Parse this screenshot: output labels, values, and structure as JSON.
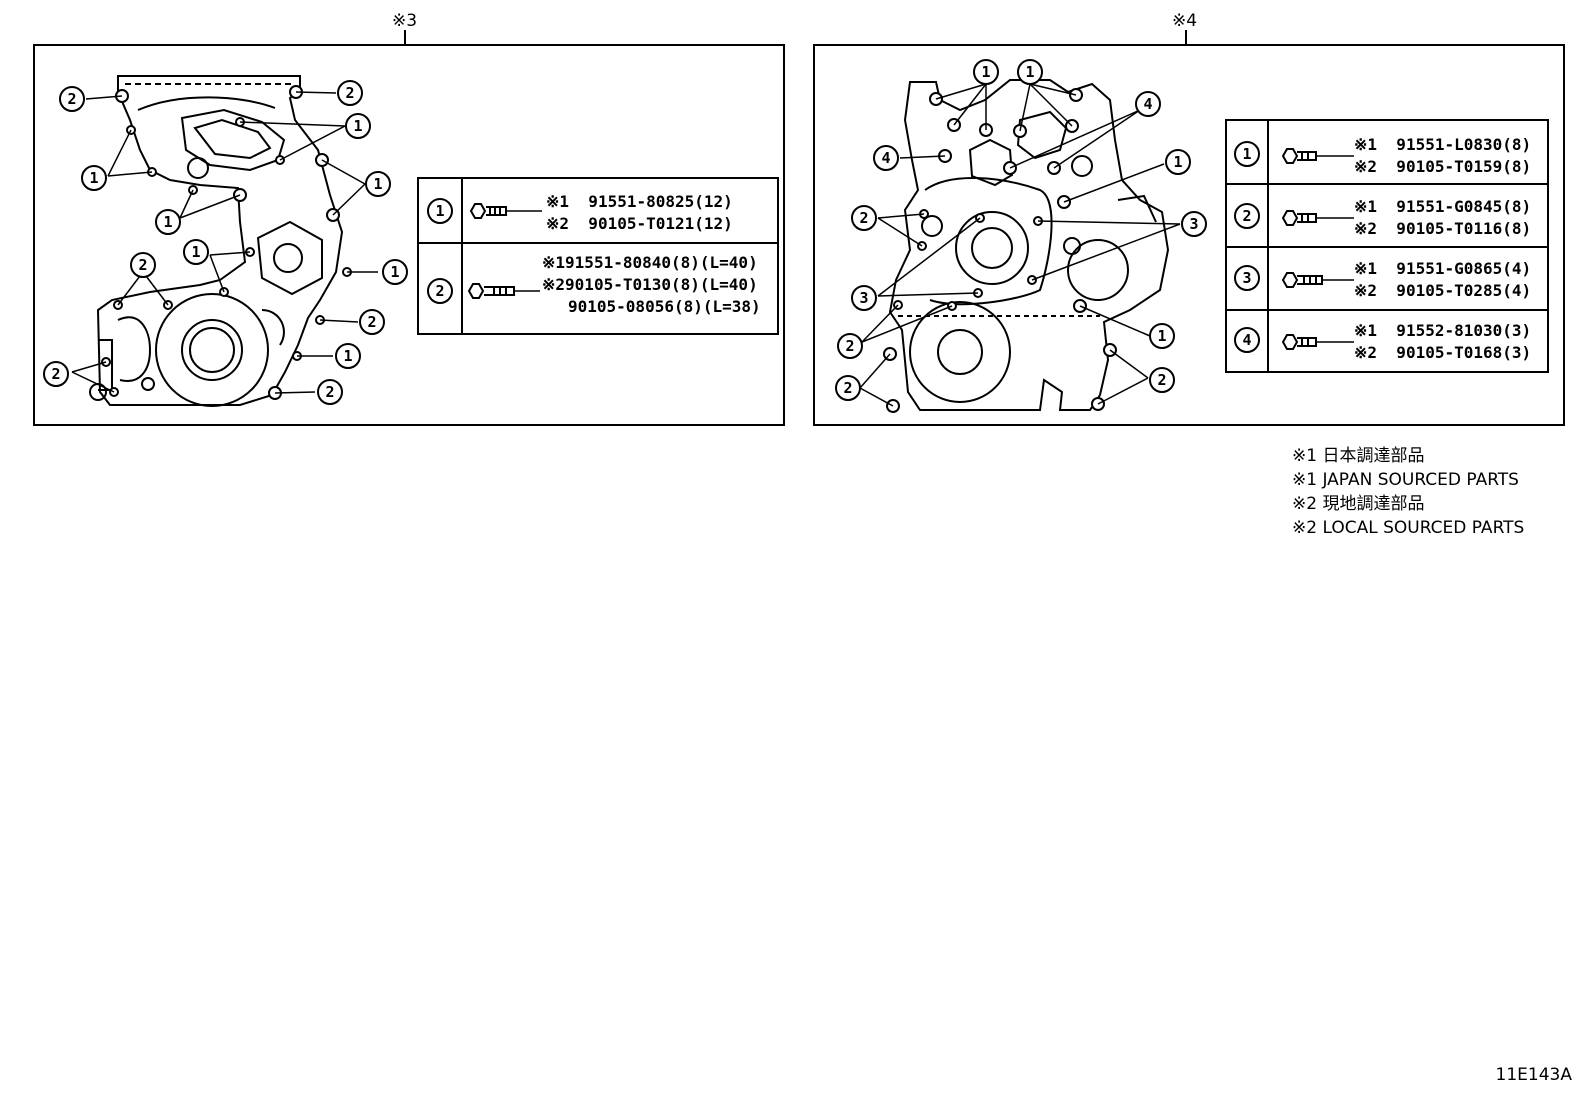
{
  "panels": [
    {
      "label": "※3",
      "table": {
        "rows": [
          {
            "num": "1",
            "lines": [
              "※1  91551-80825(12)",
              "※2  90105-T0121(12)"
            ]
          },
          {
            "num": "2",
            "lines": [
              "※191551-80840(8)(L=40)",
              "※290105-T0130(8)(L=40)",
              "90105-08056(8)(L=38)"
            ]
          }
        ]
      }
    },
    {
      "label": "※4",
      "table": {
        "rows": [
          {
            "num": "1",
            "lines": [
              "※1  91551-L0830(8)",
              "※2  90105-T0159(8)"
            ]
          },
          {
            "num": "2",
            "lines": [
              "※1  91551-G0845(8)",
              "※2  90105-T0116(8)"
            ]
          },
          {
            "num": "3",
            "lines": [
              "※1  91551-G0865(4)",
              "※2  90105-T0285(4)"
            ]
          },
          {
            "num": "4",
            "lines": [
              "※1  91552-81030(3)",
              "※2  90105-T0168(3)"
            ]
          }
        ]
      }
    }
  ],
  "legend": [
    "※1 日本調達部品",
    "※1 JAPAN SOURCED PARTS",
    "※2 現地調達部品",
    "※2 LOCAL SOURCED PARTS"
  ],
  "figure_code": "11E143A"
}
